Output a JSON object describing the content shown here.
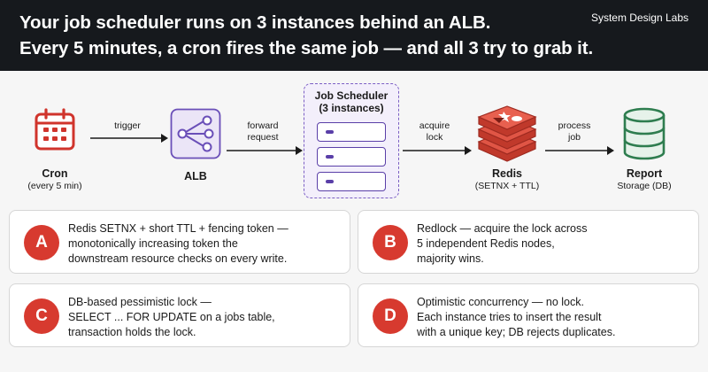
{
  "header": {
    "title_line1": "Your job scheduler runs on 3 instances behind an ALB.",
    "title_line2": "Every 5 minutes, a cron fires the same job — and all 3 try to grab it.",
    "brand": "System Design Labs"
  },
  "diagram": {
    "nodes": {
      "cron": {
        "label": "Cron",
        "sublabel": "(every 5 min)",
        "icon": "calendar-icon"
      },
      "alb": {
        "label": "ALB",
        "icon": "load-balancer-icon"
      },
      "scheduler": {
        "title_line1": "Job Scheduler",
        "title_line2": "(3 instances)",
        "icon": "server-icon",
        "instance_count": 3
      },
      "redis": {
        "label": "Redis",
        "sublabel": "(SETNX + TTL)",
        "icon": "redis-stack-icon"
      },
      "storage": {
        "label": "Report",
        "sublabel": "Storage (DB)",
        "icon": "database-icon"
      }
    },
    "edges": {
      "trigger": {
        "line1": "trigger",
        "line2": ""
      },
      "forward": {
        "line1": "forward",
        "line2": "request"
      },
      "acquire": {
        "line1": "acquire",
        "line2": "lock"
      },
      "process": {
        "line1": "process",
        "line2": "job"
      }
    }
  },
  "options": [
    {
      "letter": "A",
      "lines": [
        "Redis SETNX + short TTL + fencing token —",
        "monotonically increasing token the",
        "downstream resource checks on every write."
      ]
    },
    {
      "letter": "B",
      "lines": [
        "Redlock — acquire the lock across",
        "5 independent Redis nodes,",
        "majority wins."
      ]
    },
    {
      "letter": "C",
      "lines": [
        "DB-based pessimistic lock —",
        "SELECT ... FOR UPDATE on a jobs table,",
        "transaction holds the lock."
      ]
    },
    {
      "letter": "D",
      "lines": [
        "Optimistic concurrency — no lock.",
        "Each instance tries to insert the result",
        "with a unique key; DB rejects duplicates."
      ]
    }
  ],
  "colors": {
    "header_bg": "#16191d",
    "cron_red": "#d0342c",
    "alb_purple": "#6a4fb8",
    "alb_fill": "#ebe5f7",
    "redis_red": "#d73a2f",
    "db_green": "#2e7d4f",
    "badge_red": "#d73a2f"
  }
}
